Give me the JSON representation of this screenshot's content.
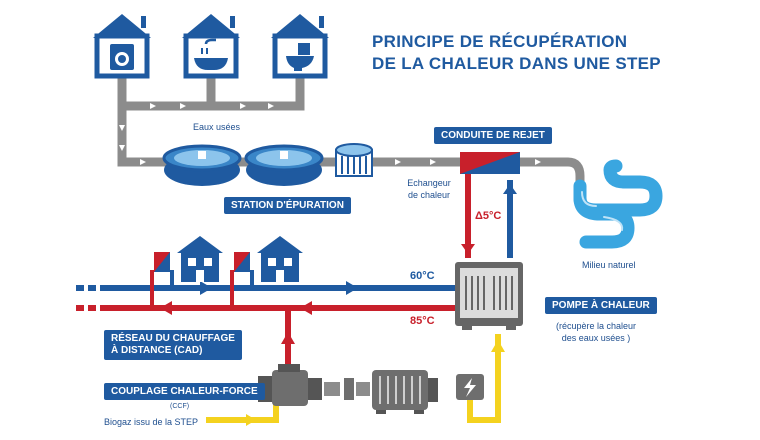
{
  "title": {
    "line1": "PRINCIPE DE RÉCUPÉRATION",
    "line2": "DE LA CHALEUR DANS UNE STEP"
  },
  "labels": {
    "eaux_usees": "Eaux usées",
    "station_epuration": "STATION D'ÉPURATION",
    "conduite_rejet": "CONDUITE DE REJET",
    "echangeur_line1": "Echangeur",
    "echangeur_line2": "de chaleur",
    "delta_t": "Δ5°C",
    "milieu_naturel": "Milieu naturel",
    "temp_60": "60°C",
    "temp_85": "85°C",
    "pompe_chaleur": "POMPE À CHALEUR",
    "pompe_sub_line1": "(récupère la chaleur",
    "pompe_sub_line2": "des eaux usées )",
    "reseau_line1": "RÉSEAU DU CHAUFFAGE",
    "reseau_line2": "À DISTANCE (CAD)",
    "couplage": "COUPLAGE CHALEUR-FORCE",
    "ccf": "(CCF)",
    "biogaz": "Biogaz issu de la STEP"
  },
  "icons": [
    "house-washing-machine-icon",
    "house-bathtub-icon",
    "house-toilet-icon",
    "house-icon",
    "heat-exchanger-icon",
    "heat-pump-icon",
    "engine-icon",
    "generator-icon",
    "electricity-icon",
    "river-icon"
  ],
  "colors": {
    "blue": "#1f5aa0",
    "red": "#c8202b",
    "gray": "#8c8c8c",
    "yellow": "#f4d21f",
    "water": "#3aa6e0"
  }
}
